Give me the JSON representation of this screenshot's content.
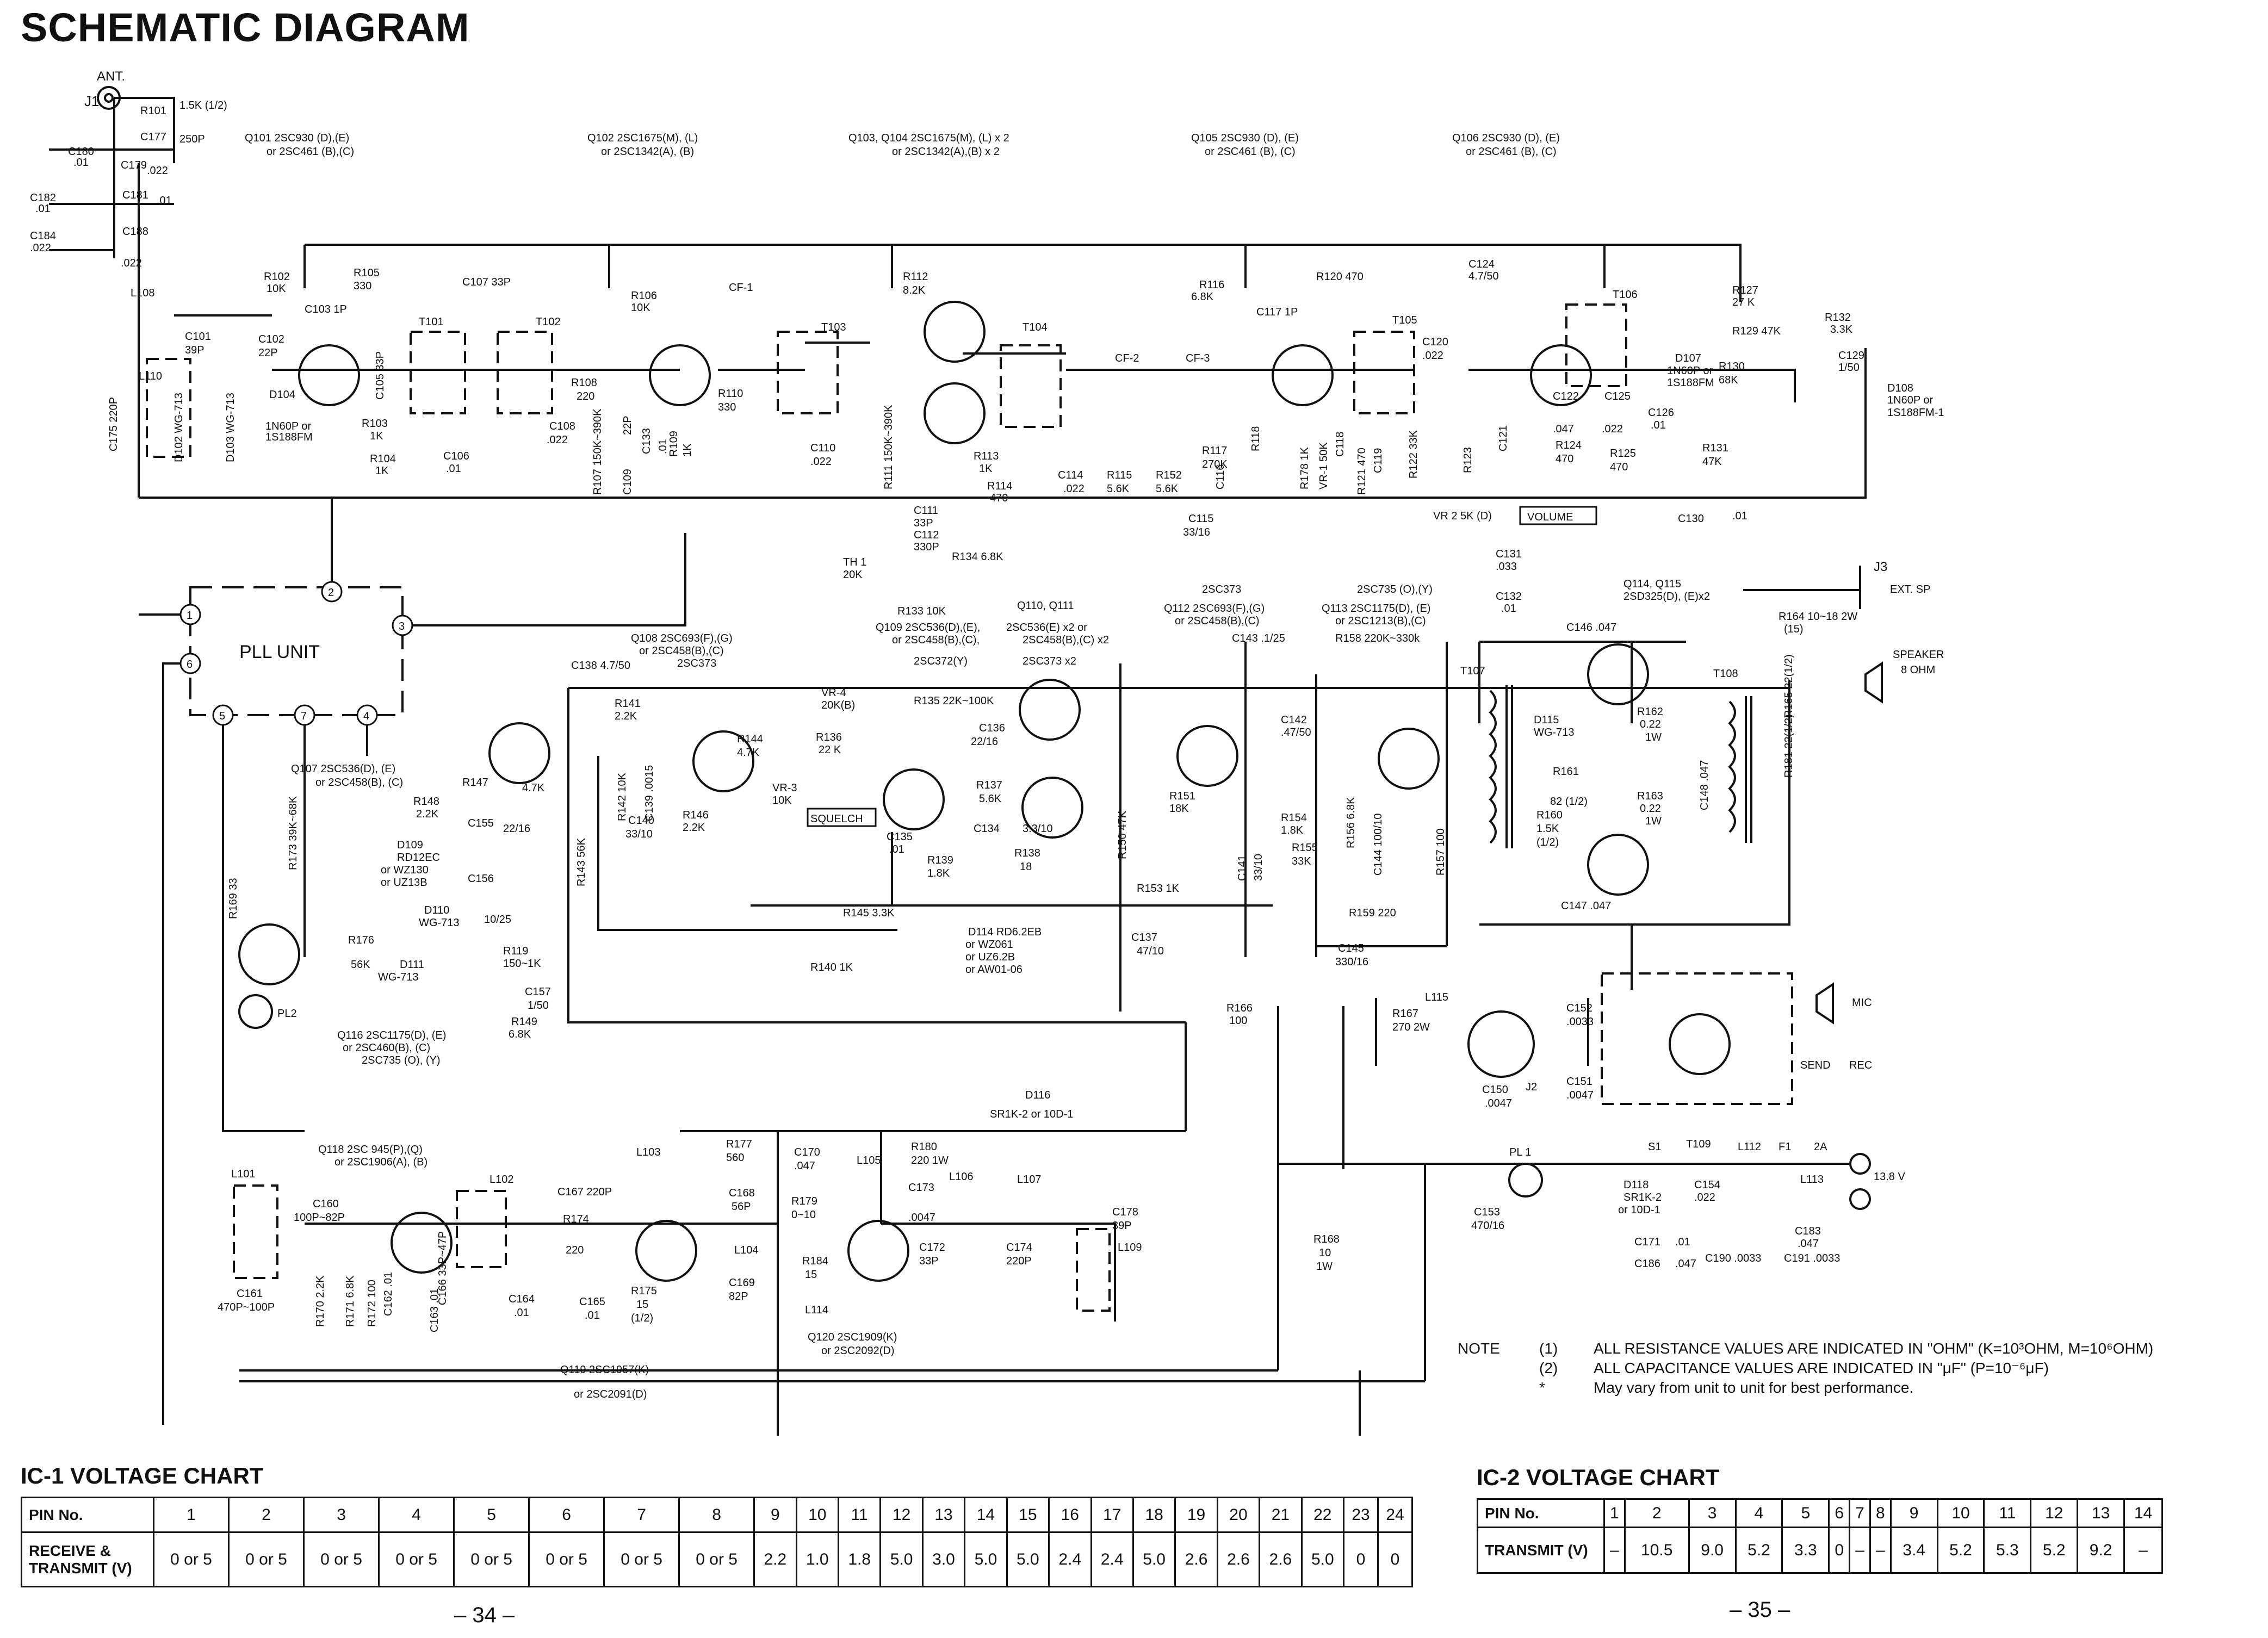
{
  "page_title": "SCHEMATIC DIAGRAM",
  "labels": {
    "ant": "ANT.",
    "j1": "J1",
    "r101": "R101",
    "r101_val": "1.5K (1/2)",
    "c177": "C177",
    "c177_val": "250P",
    "c180": "C180",
    "c180_val": ".01",
    "c179": "C179",
    "c179_val": ".022",
    "c182": "C182",
    "c182_val": ".01",
    "c181": "C181",
    "c181_val": ".01",
    "c184": "C184",
    "c184_val": ".022",
    "c188": "C188",
    "c188_val": ".022",
    "l108": "L108",
    "q101": "Q101  2SC930 (D),(E)",
    "q101b": "or  2SC461 (B),(C)",
    "q102": "Q102  2SC1675(M), (L)",
    "q102b": "or  2SC1342(A), (B)",
    "q103": "Q103, Q104  2SC1675(M), (L) x 2",
    "q103b": "or  2SC1342(A),(B) x 2",
    "q105": "Q105  2SC930 (D), (E)",
    "q105b": "or  2SC461 (B), (C)",
    "q106": "Q106  2SC930 (D), (E)",
    "q106b": "or  2SC461 (B), (C)",
    "r102": "R102",
    "r102_val": "10K",
    "r105": "R105",
    "r105_val": "330",
    "c107": "C107  33P",
    "t101": "T101",
    "t102": "T102",
    "r106": "R106",
    "r106_val": "10K",
    "cf1": "CF-1",
    "r112": "R112",
    "r112_val": "8.2K",
    "t103": "T103",
    "t104": "T104",
    "cf2": "CF-2",
    "cf3": "CF-3",
    "r116": "R116",
    "r116_val": "6.8K",
    "c117": "C117  1P",
    "r120": "R120  470",
    "t105": "T105",
    "c124": "C124",
    "c124_val": "4.7/50",
    "t106": "T106",
    "r127": "R127",
    "r127_val": "27 K",
    "r129": "R129  47K",
    "r132": "R132",
    "r132_val": "3.3K",
    "c129": "C129",
    "c129_val": "1/50",
    "d107": "D107",
    "d107_val": "1N60P or",
    "d107_val2": "1S188FM",
    "d108": "D108",
    "d108_val": "1N60P or",
    "d108_val2": "1S188FM-1",
    "c101": "C101",
    "c101_val": "39P",
    "c102": "C102",
    "c102_val": "22P",
    "c103": "C103 1P",
    "l110": "L110",
    "d104": "D104",
    "d104_val": "1N60P or",
    "d104_val2": "1S188FM",
    "r103": "R103",
    "r103_val": "1K",
    "r104": "R104",
    "r104_val": "1K",
    "c105": "C105 33P",
    "c106": "C106",
    "c106_val": ".01",
    "r108": "R108",
    "r108_val": "220",
    "c108": "C108",
    "c108_val": ".022",
    "r107": "R107 150K~390K",
    "c109": "C109",
    "c109_val": "22P",
    "c133": "C133",
    "c133_val": ".01",
    "r109": "R109",
    "r109_val": "1K",
    "r110": "R110",
    "r110_val": "330",
    "c175": "C175  220P",
    "d102": "D102  WG-713",
    "d103": "D103  WG-713",
    "c110": "C110",
    "c110_val": ".022",
    "r111": "R111 150K~390K",
    "r113": "R113",
    "r113_val": "1K",
    "r114": "R114",
    "r114_val": "470",
    "c114": "C114",
    "c114_val": ".022",
    "r115": "R115",
    "r115_val": "5.6K",
    "r152": "R152",
    "r152_val": "5.6K",
    "r117": "R117",
    "r117_val": "270K",
    "c116": "C116",
    "c115": "C115",
    "c115_val": "33/16",
    "r118": "R118",
    "r178": "R178  1K",
    "vr1": "VR-1  50K",
    "c118": "C118",
    "r121": "R121  470",
    "c119": "C119",
    "r122": "R122  33K",
    "c120": "C120",
    "c120_val": ".022",
    "r123": "R123",
    "c121": "C121",
    "c122": "C122",
    "c122_val": ".047",
    "c125": "C125",
    "c125_val": ".022",
    "r124": "R124",
    "r124_val": "470",
    "r125": "R125",
    "r125_val": "470",
    "r130": "R130",
    "r130_val": "68K",
    "c126": "C126",
    "c126_val": ".01",
    "r131": "R131",
    "r131_val": "47K",
    "c111": "C111",
    "c111_val": "33P",
    "c112": "C112",
    "c112_val": "330P",
    "vr2": "VR 2   5K  (D)",
    "volume": "VOLUME",
    "c130": "C130",
    "c130_val": ".01",
    "pll_unit": "PLL   UNIT",
    "pll_pin1": "1",
    "pll_pin2": "2",
    "pll_pin3": "3",
    "pll_pin4": "4",
    "pll_pin5": "5",
    "pll_pin6": "6",
    "pll_pin7": "7",
    "th1": "TH 1",
    "th1_val": "20K",
    "r134": "R134  6.8K",
    "r133": "R133  10K",
    "c131": "C131",
    "c131_val": ".033",
    "c132": "C132",
    "c132_val": ".01",
    "q114": "Q114, Q115",
    "q114b": "2SD325(D), (E)x2",
    "j3": "J3",
    "ext_sp": "EXT. SP",
    "r164": "R164  10~18  2W",
    "r164b": "(15)",
    "speaker": "SPEAKER",
    "speaker_val": "8 OHM",
    "q108": "Q108  2SC693(F),(G)",
    "q108b": "or    2SC458(B),(C)",
    "q108c": "2SC373",
    "q109": "Q109  2SC536(D),(E),",
    "q109b": "or  2SC458(B),(C),",
    "q110": "Q110, Q111",
    "q110b": "2SC536(E) x2  or",
    "q110c": "2SC458(B),(C) x2",
    "q110d": "2SC372(Y)",
    "q110e": "2SC373 x2",
    "sc373": "2SC373",
    "sc735": "2SC735 (O),(Y)",
    "q112": "Q112  2SC693(F),(G)",
    "q112b": "or  2SC458(B),(C)",
    "q113": "Q113  2SC1175(D), (E)",
    "q113b": "or  2SC1213(B),(C)",
    "c143": "C143  .1/25",
    "r158": "R158 220K~330k",
    "c138": "C138  4.7/50",
    "r141": "R141",
    "r141_val": "2.2K",
    "vr4": "VR-4",
    "vr4_val": "20K(B)",
    "r135": "R135  22K~100K",
    "r136": "R136",
    "r136_val": "22 K",
    "c136": "C136",
    "c136_val": "22/16",
    "r144": "R144",
    "r144_val": "4.7K",
    "vr3": "VR-3",
    "vr3_val": "10K",
    "squelch": "SQUELCH",
    "r137": "R137",
    "r137_val": "5.6K",
    "c134": "C134",
    "c134_val": "3.3/10",
    "c135": "C135",
    "c135_val": ".01",
    "r139": "R139",
    "r139_val": "1.8K",
    "r138": "R138",
    "r138_val": "18",
    "c142": "C142",
    "c142_val": ".47/50",
    "r151": "R151",
    "r151_val": "18K",
    "r150": "R150  47K",
    "r153": "R153  1K",
    "c141": "C141",
    "c141_val": "33/10",
    "r154": "R154",
    "r154_val": "1.8K",
    "r155": "R155",
    "r155_val": "33K",
    "r156": "R156 6.8K",
    "c144": "C144  100/10",
    "r157": "R157  100",
    "t107": "T107",
    "c146": "C146  .047",
    "t108": "T108",
    "d115": "D115",
    "d115_val": "WG-713",
    "r162": "R162",
    "r162_val": "0.22",
    "r162_w": "1W",
    "r161": "R161",
    "r161_val": "82 (1/2)",
    "r163": "R163",
    "r163_val": "0.22",
    "r163_w": "1W",
    "r160": "R160",
    "r160_val": "1.5K",
    "r160_w": "(1/2)",
    "c148": "C148  .047",
    "r165": "R165  22(1/2)",
    "r181": "R181  22(1/2)",
    "c147": "C147  .047",
    "q107": "Q107  2SC536(D), (E)",
    "q107b": "or  2SC458(B), (C)",
    "r173": "R173  39K~68K",
    "r147": "R147",
    "r147_val": "4.7K",
    "r148": "R148",
    "r148_val": "2.2K",
    "c155": "C155",
    "c155_val": "22/16",
    "d109": "D109",
    "d109_val": "RD12EC",
    "d109_val2": "or WZ130",
    "d109_val3": "or UZ13B",
    "c156": "C156",
    "c156_val": "10/25",
    "d110": "D110",
    "d110_val": "WG-713",
    "d111": "D111",
    "d111_val": "WG-713",
    "r176": "R176",
    "r176_val": "56K",
    "r119": "R119",
    "r119_val": "150~1K",
    "r169": "R169  33",
    "pl2": "PL2",
    "r142": "R142  10K",
    "c139": "C139  .0015",
    "c140": "C140",
    "c140_val": "33/10",
    "r146": "R146",
    "r146_val": "2.2K",
    "r143": "R143  56K",
    "r145": "R145  3.3K",
    "d114": "D114  RD6.2EB",
    "d114b": "or  WZ061",
    "d114c": "or  UZ6.2B",
    "d114d": "or  AW01-06",
    "c137": "C137",
    "c137_val": "47/10",
    "r159": "R159  220",
    "c145": "C145",
    "c145_val": "330/16",
    "r140": "R140  1K",
    "c157": "C157",
    "c157_val": "1/50",
    "r149": "R149",
    "r149_val": "6.8K",
    "q116": "Q116  2SC1175(D), (E)",
    "q116b": "or  2SC460(B), (C)",
    "q116c": "2SC735 (O), (Y)",
    "r166": "R166",
    "r166_val": "100",
    "l115": "L115",
    "r167": "R167",
    "r167_val": "270  2W",
    "c152": "C152",
    "c152_val": ".0033",
    "c150": "C150",
    "c150_val": ".0047",
    "j2": "J2",
    "c151": "C151",
    "c151_val": ".0047",
    "mic": "MIC",
    "send": "SEND",
    "rec": "REC",
    "d116": "D116",
    "d116_val": "SR1K-2  or  10D-1",
    "q118": "Q118  2SC 945(P),(Q)",
    "q118b": "or  2SC1906(A), (B)",
    "l101": "L101",
    "c160": "C160",
    "c160_val": "100P~82P",
    "c161": "C161",
    "c161_val": "470P~100P",
    "l102": "L102",
    "c166": "C166  33P~47P",
    "c167": "C167  220P",
    "r174": "R174",
    "r174_val": "220",
    "l103": "L103",
    "r177": "R177",
    "r177_val": "560",
    "c170": "C170",
    "c170_val": ".047",
    "c168": "C168",
    "c168_val": "56P",
    "r179": "R179",
    "r179_val": "0~10",
    "l104": "L104",
    "r184": "R184",
    "r184_val": "15",
    "l114": "L114",
    "c169": "C169",
    "c169_val": "82P",
    "l105": "L105",
    "r180": "R180",
    "r180_val": "220  1W",
    "c173": "C173",
    "c173_val": ".0047",
    "l106": "L106",
    "l107": "L107",
    "c172": "C172",
    "c172_val": "33P",
    "c174": "C174",
    "c174_val": "220P",
    "c178": "C178",
    "c178_val": "39P",
    "l109": "L109",
    "r170": "R170  2.2K",
    "r171": "R171  6.8K",
    "r172": "R172  100",
    "c162": "C162  .01",
    "c163": "C163  .01",
    "c164": "C164",
    "c164_val": ".01",
    "c165": "C165",
    "c165_val": ".01",
    "r175": "R175",
    "r175_val": "15",
    "r175_w": "(1/2)",
    "q120": "Q120  2SC1909(K)",
    "q120b": "or  2SC2092(D)",
    "q119": "Q119  2SC1957(K)",
    "q119b": "or  2SC2091(D)",
    "r168": "R168",
    "r168_val": "10",
    "r168_w": "1W",
    "pl1": "PL 1",
    "c153": "C153",
    "c153_val": "470/16",
    "s1": "S1",
    "t109": "T109",
    "l112": "L112",
    "f1": "F1",
    "f1_val": "2A",
    "v138": "13.8 V",
    "l113": "L113",
    "d118": "D118",
    "d118_val": "SR1K-2",
    "d118_val2": "or 10D-1",
    "c154": "C154",
    "c154_val": ".022",
    "c183": "C183",
    "c183_val": ".047",
    "c171": "C171",
    "c171_val": ".01",
    "c186": "C186",
    "c186_val": ".047",
    "c190": "C190  .0033",
    "c191": "C191  .0033"
  },
  "note": {
    "heading": "NOTE",
    "items": [
      {
        "num": "(1)",
        "text": "ALL RESISTANCE VALUES ARE INDICATED IN \"OHM\" (K=10³OHM,  M=10⁶OHM)"
      },
      {
        "num": "(2)",
        "text": "ALL CAPACITANCE VALUES ARE INDICATED IN \"μF\" (P=10⁻⁶μF)"
      },
      {
        "num": "*",
        "text": "May vary from unit to unit for best performance."
      }
    ]
  },
  "ic1": {
    "title": "IC-1 VOLTAGE CHART",
    "header_label": "PIN No.",
    "row_label_1": "RECEIVE &",
    "row_label_2": "TRANSMIT (V)",
    "pins": [
      "1",
      "2",
      "3",
      "4",
      "5",
      "6",
      "7",
      "8",
      "9",
      "10",
      "11",
      "12",
      "13",
      "14",
      "15",
      "16",
      "17",
      "18",
      "19",
      "20",
      "21",
      "22",
      "23",
      "24"
    ],
    "values": [
      "0 or 5",
      "0 or 5",
      "0 or 5",
      "0 or 5",
      "0 or 5",
      "0 or 5",
      "0 or 5",
      "0 or 5",
      "2.2",
      "1.0",
      "1.8",
      "5.0",
      "3.0",
      "5.0",
      "5.0",
      "2.4",
      "2.4",
      "5.0",
      "2.6",
      "2.6",
      "2.6",
      "5.0",
      "0",
      "0"
    ]
  },
  "ic2": {
    "title": "IC-2 VOLTAGE CHART",
    "header_label": "PIN No.",
    "row_label": "TRANSMIT (V)",
    "pins": [
      "1",
      "2",
      "3",
      "4",
      "5",
      "6",
      "7",
      "8",
      "9",
      "10",
      "11",
      "12",
      "13",
      "14"
    ],
    "values": [
      "–",
      "10.5",
      "9.0",
      "5.2",
      "3.3",
      "0",
      "–",
      "–",
      "3.4",
      "5.2",
      "5.3",
      "5.2",
      "9.2",
      "–"
    ]
  },
  "page_numbers": {
    "left": "– 34 –",
    "right": "– 35 –"
  }
}
